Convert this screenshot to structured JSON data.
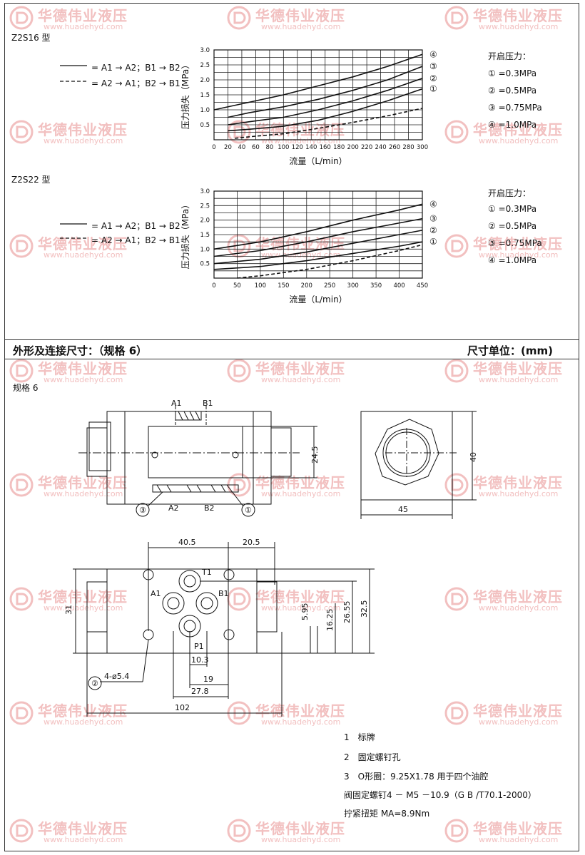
{
  "watermark": {
    "brand": "华德伟业液压",
    "url": "www.huadehyd.com"
  },
  "chart_data": [
    {
      "type": "line",
      "model": "Z2S16 型",
      "xlabel": "流量（L/min）",
      "ylabel": "压力损失（MPa）",
      "xlim": [
        0,
        300
      ],
      "ylim": [
        0,
        3.0
      ],
      "x_ticks": [
        "0",
        "20",
        "40",
        "60",
        "80",
        "100",
        "120",
        "140",
        "160",
        "180",
        "200",
        "220",
        "240",
        "260",
        "280",
        "300"
      ],
      "y_ticks": [
        "3.0",
        "2.5",
        "2.0",
        "1.5",
        "1.0",
        "0.5"
      ],
      "grid": true,
      "legend": [
        {
          "style": "solid",
          "label": "= A1 → A2；B1 → B2"
        },
        {
          "style": "dashed",
          "label": "= A2 → A1；B2 → B1"
        }
      ],
      "opening_pressure_title": "开启压力：",
      "opening_pressures": [
        "① =0.3MPa",
        "② =0.5MPa",
        "③ =0.75MPa",
        "④ =1.0MPa"
      ],
      "curve_markers": [
        "④",
        "③",
        "②",
        "①"
      ],
      "series": [
        {
          "marker": "④",
          "style": "solid",
          "x": [
            0,
            50,
            100,
            150,
            200,
            250,
            300
          ],
          "y": [
            1.0,
            1.25,
            1.5,
            1.8,
            2.1,
            2.45,
            2.85
          ]
        },
        {
          "marker": "③",
          "style": "solid",
          "x": [
            20,
            50,
            100,
            150,
            200,
            250,
            300
          ],
          "y": [
            0.75,
            0.9,
            1.1,
            1.35,
            1.65,
            2.0,
            2.45
          ]
        },
        {
          "marker": "②",
          "style": "solid",
          "x": [
            20,
            50,
            100,
            150,
            200,
            250,
            300
          ],
          "y": [
            0.5,
            0.6,
            0.75,
            1.0,
            1.3,
            1.65,
            2.05
          ]
        },
        {
          "marker": "①",
          "style": "solid",
          "x": [
            20,
            50,
            100,
            150,
            200,
            250,
            300
          ],
          "y": [
            0.3,
            0.35,
            0.45,
            0.65,
            0.95,
            1.3,
            1.7
          ]
        },
        {
          "marker": "",
          "style": "dashed",
          "x": [
            30,
            60,
            100,
            150,
            200,
            250,
            300
          ],
          "y": [
            0.05,
            0.12,
            0.2,
            0.38,
            0.58,
            0.8,
            1.05
          ]
        }
      ]
    },
    {
      "type": "line",
      "model": "Z2S22 型",
      "xlabel": "流量（L/min）",
      "ylabel": "压力损失（MPa）",
      "xlim": [
        0,
        450
      ],
      "ylim": [
        0,
        3.0
      ],
      "x_ticks": [
        "0",
        "50",
        "100",
        "150",
        "200",
        "250",
        "300",
        "350",
        "400",
        "450"
      ],
      "y_ticks": [
        "3.0",
        "2.5",
        "2.0",
        "1.5",
        "1.0",
        "0.5"
      ],
      "grid": true,
      "legend": [
        {
          "style": "solid",
          "label": "= A1 → A2；B1 → B2"
        },
        {
          "style": "dashed",
          "label": "= A2 → A1；B2 → B1"
        }
      ],
      "opening_pressure_title": "开启压力：",
      "opening_pressures": [
        "① =0.3MPa",
        "② =0.5MPa",
        "③ =0.75MPa",
        "④ =1.0MPa"
      ],
      "curve_markers": [
        "④",
        "③",
        "②",
        "①"
      ],
      "series": [
        {
          "marker": "④",
          "style": "solid",
          "x": [
            0,
            100,
            200,
            300,
            400,
            450
          ],
          "y": [
            1.0,
            1.25,
            1.6,
            2.0,
            2.35,
            2.55
          ]
        },
        {
          "marker": "③",
          "style": "solid",
          "x": [
            0,
            100,
            200,
            300,
            400,
            450
          ],
          "y": [
            0.75,
            0.95,
            1.25,
            1.6,
            1.9,
            2.05
          ]
        },
        {
          "marker": "②",
          "style": "solid",
          "x": [
            0,
            100,
            200,
            300,
            400,
            450
          ],
          "y": [
            0.5,
            0.65,
            0.9,
            1.2,
            1.5,
            1.65
          ]
        },
        {
          "marker": "①",
          "style": "solid",
          "x": [
            0,
            100,
            200,
            300,
            400,
            450
          ],
          "y": [
            0.3,
            0.4,
            0.6,
            0.85,
            1.1,
            1.25
          ]
        },
        {
          "marker": "",
          "style": "dashed",
          "x": [
            50,
            100,
            200,
            300,
            400,
            450
          ],
          "y": [
            0.0,
            0.08,
            0.3,
            0.6,
            0.95,
            1.15
          ]
        }
      ]
    }
  ],
  "section": {
    "title": "外形及连接尺寸：（规格 6）",
    "unit": "尺寸单位：(mm)",
    "spec_label": "规格 6"
  },
  "drawing": {
    "port_labels": {
      "a1_top": "A1",
      "b1_top": "B1",
      "a2": "A2",
      "b2": "B2",
      "t1": "T1",
      "a1": "A1",
      "b1": "B1",
      "p1": "P1"
    },
    "callouts": {
      "c1": "①",
      "c2": "②",
      "c3": "③"
    },
    "dims": {
      "d24_5": "24.5",
      "d40": "40",
      "d45": "45",
      "d40_5": "40.5",
      "d20_5": "20.5",
      "d31": "31",
      "d32_5": "32.5",
      "d26_55": "26.55",
      "d16_25": "16.25",
      "d5_95": "5.95",
      "d10_3": "10.3",
      "d19": "19",
      "d27_8": "27.8",
      "d102": "102",
      "holes": "4-ø5.4"
    }
  },
  "notes": [
    "1　标牌",
    "2　固定螺钉孔",
    "3　O形圈：9.25X1.78 用于四个油腔",
    "阀固定螺钉4 － M5 －10.9（G B /T70.1-2000）",
    "拧紧扭矩 MA=8.9Nm"
  ]
}
